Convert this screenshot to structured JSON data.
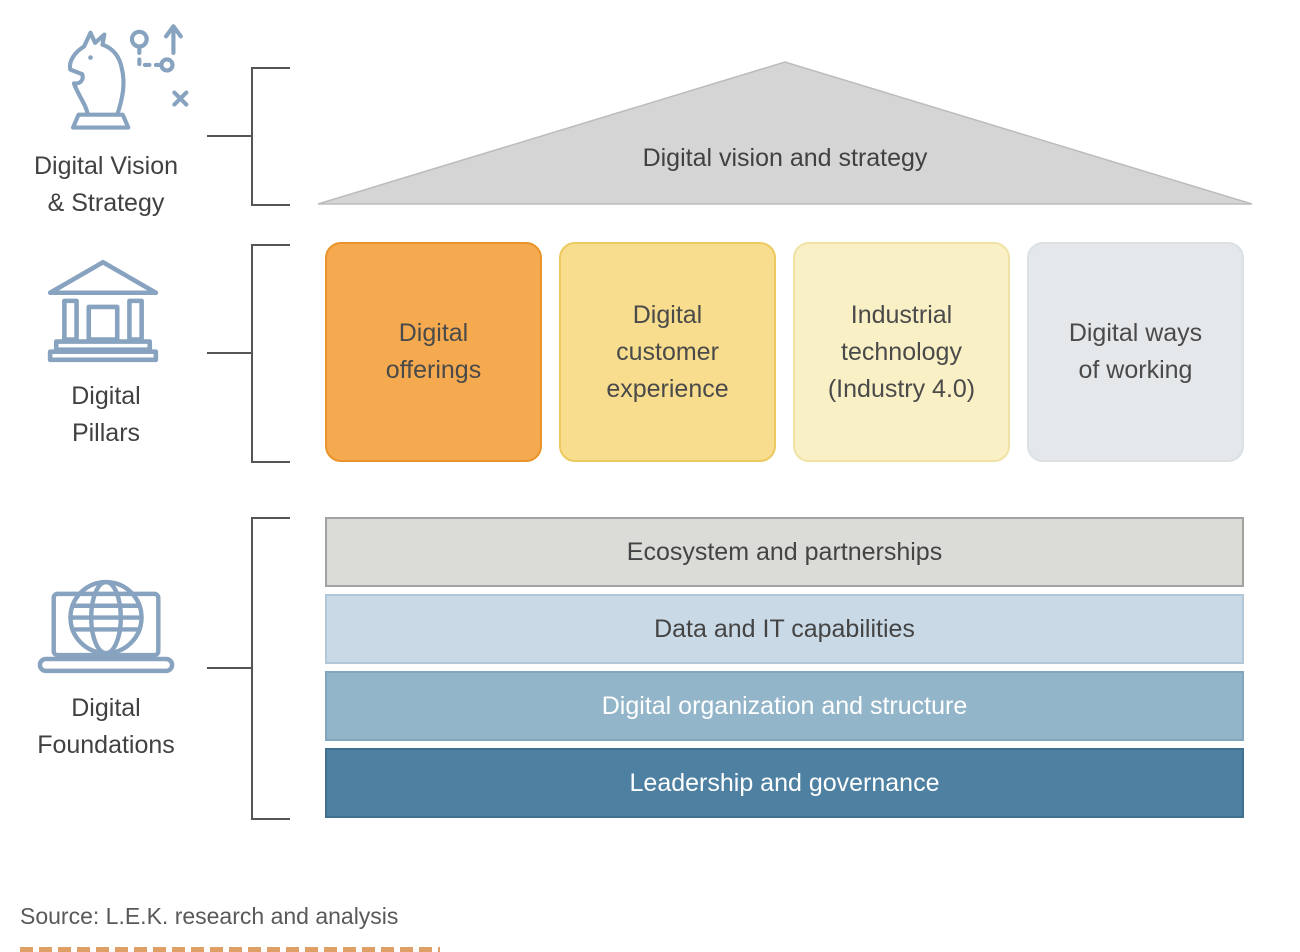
{
  "palette": {
    "icon_stroke": "#87A3BF",
    "bracket": "#555555",
    "text_dark": "#414141"
  },
  "sidebar": {
    "vision": {
      "label": "Digital Vision\n& Strategy",
      "icon": "chess-knight-strategy-icon"
    },
    "pillars": {
      "label": "Digital\nPillars",
      "icon": "bank-columns-icon"
    },
    "foundations": {
      "label": "Digital\nFoundations",
      "icon": "laptop-globe-icon"
    }
  },
  "roof": {
    "label": "Digital vision and strategy",
    "fill": "#D5D5D5",
    "border": "#BCBCBC"
  },
  "pillars": [
    {
      "label": "Digital\nofferings",
      "fill": "#F6AA4F",
      "border": "#E9932C",
      "text_color": "#4A4A4A"
    },
    {
      "label": "Digital\ncustomer\nexperience",
      "fill": "#F7DD8D",
      "border": "#EDCA60",
      "text_color": "#4A4A4A"
    },
    {
      "label": "Industrial\ntechnology\n(Industry 4.0)",
      "fill": "#FAF0C6",
      "border": "#F0E2A4",
      "text_color": "#4A4A4A"
    },
    {
      "label": "Digital ways\nof working",
      "fill": "#E4E8EA",
      "border": "#DBE1E3",
      "text_color": "#4A4A4A"
    }
  ],
  "foundations": [
    {
      "label": "Ecosystem and partnerships",
      "fill": "#DBDBD8",
      "border": "#A2A2A0",
      "text_color": "#444444"
    },
    {
      "label": "Data and IT capabilities",
      "fill": "#C9D9E6",
      "border": "#B2C7D8",
      "text_color": "#444444"
    },
    {
      "label": "Digital organization and structure",
      "fill": "#93B5C9",
      "border": "#81A6BD",
      "text_color": "#FFFFFF"
    },
    {
      "label": "Leadership and governance",
      "fill": "#4E80A1",
      "border": "#40708F",
      "text_color": "#FFFFFF"
    }
  ],
  "source": {
    "text": "Source: L.E.K. research and analysis"
  }
}
